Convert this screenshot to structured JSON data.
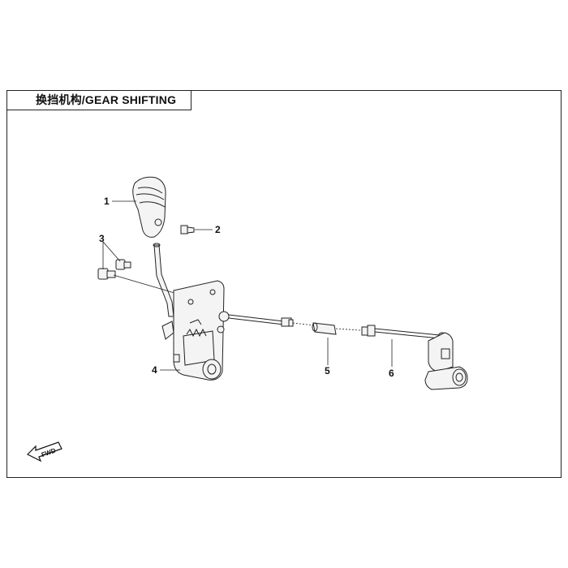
{
  "title": "换挡机构/GEAR SHIFTING",
  "fwd_label": "FWD",
  "callouts": [
    {
      "id": "1",
      "text": "1"
    },
    {
      "id": "2",
      "text": "2"
    },
    {
      "id": "3",
      "text": "3"
    },
    {
      "id": "4",
      "text": "4"
    },
    {
      "id": "5",
      "text": "5"
    },
    {
      "id": "6",
      "text": "6"
    }
  ]
}
